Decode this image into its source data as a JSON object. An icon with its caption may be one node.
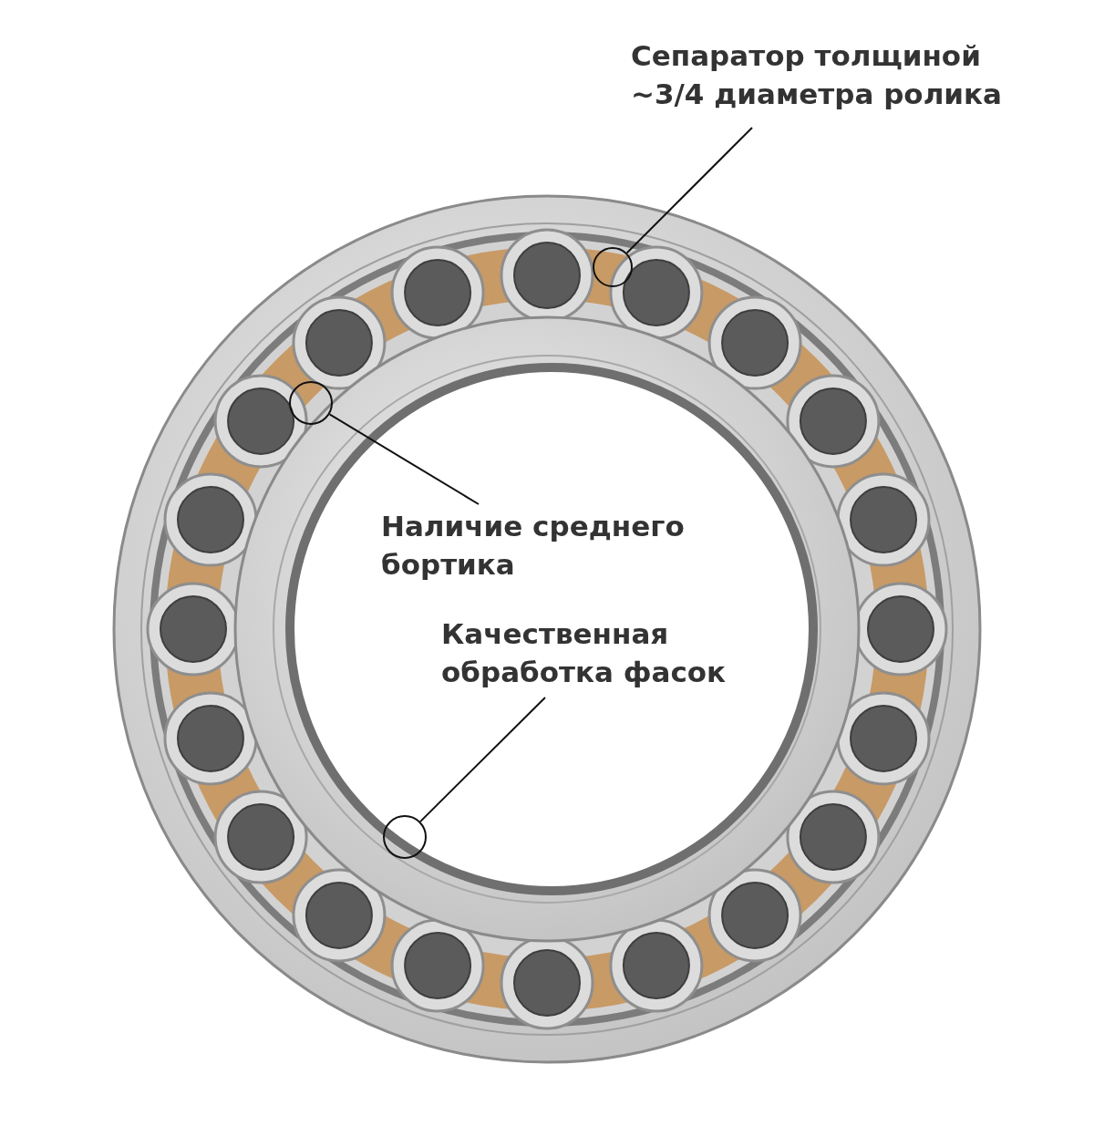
{
  "diagram": {
    "nodes": [
      {
        "text": [
          "Сепаратор толщиной ~3/4 диаметра ролика"
        ]
      },
      {
        "text": [],
        "shape": "circle"
      },
      {
        "text": [
          "Наличие среднего бортика"
        ]
      },
      {
        "text": [],
        "shape": "circle"
      },
      {
        "text": [
          "Качественная обработка фасок"
        ]
      },
      {
        "text": [],
        "shape": "circle"
      }
    ],
    "edges": [
      {
        "from": 0,
        "to": 1,
        "arrow": "none"
      },
      {
        "from": 2,
        "to": 3,
        "arrow": "none"
      },
      {
        "from": 4,
        "to": 5,
        "arrow": "none"
      }
    ]
  }
}
